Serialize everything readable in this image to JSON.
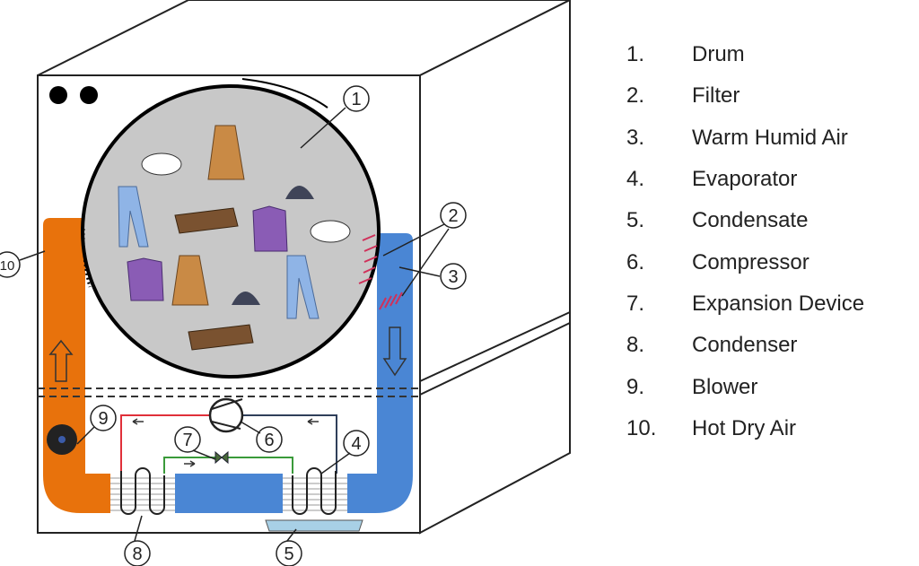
{
  "legend": [
    {
      "number": "1.",
      "label": "Drum"
    },
    {
      "number": "2.",
      "label": "Filter"
    },
    {
      "number": "3.",
      "label": "Warm Humid Air"
    },
    {
      "number": "4.",
      "label": "Evaporator"
    },
    {
      "number": "5.",
      "label": "Condensate"
    },
    {
      "number": "6.",
      "label": "Compressor"
    },
    {
      "number": "7.",
      "label": "Expansion Device"
    },
    {
      "number": "8.",
      "label": "Condenser"
    },
    {
      "number": "9.",
      "label": "Blower"
    },
    {
      "number": "10.",
      "label": "Hot Dry Air"
    }
  ],
  "callouts": {
    "c1": "1",
    "c2": "2",
    "c3": "3",
    "c4": "4",
    "c5": "5",
    "c6": "6",
    "c7": "7",
    "c8": "8",
    "c9": "9",
    "c10": "10"
  },
  "colors": {
    "hot_air": "#e8720c",
    "humid_air": "#4a86d4",
    "drum": "#c8c8c8",
    "hot_line": "#e0303a",
    "cold_line": "#2f3f5a",
    "expansion_line": "#3a9a3a"
  }
}
